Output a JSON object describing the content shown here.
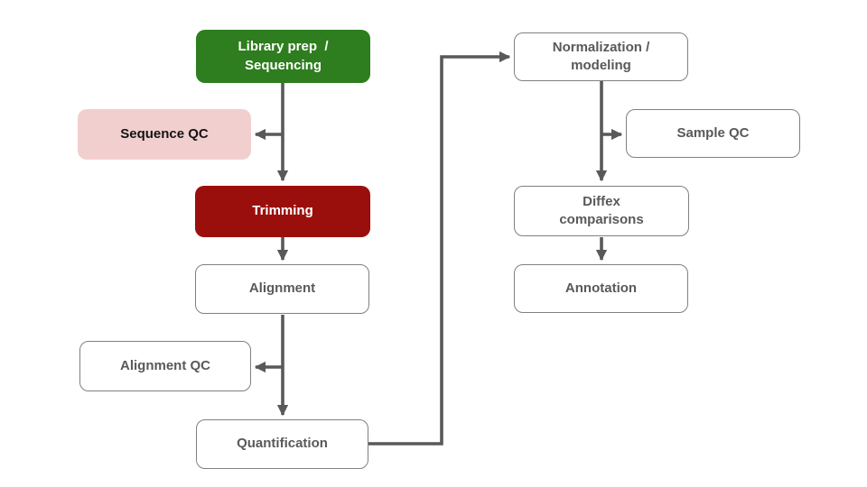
{
  "diagram": {
    "type": "flowchart",
    "colors": {
      "library_prep_fill": "#2E7D1E",
      "sequence_qc_fill": "#F2CFCF",
      "trimming_fill": "#9A0F0C",
      "process_box_fill": "#FFFFFF",
      "process_box_border": "#808080",
      "process_box_text": "#595959",
      "edge_stroke": "#595959",
      "background": "#FFFFFF"
    },
    "nodes": {
      "library_prep": {
        "label": "Library prep  /\nSequencing"
      },
      "sequence_qc": {
        "label": "Sequence QC"
      },
      "trimming": {
        "label": "Trimming"
      },
      "alignment": {
        "label": "Alignment"
      },
      "alignment_qc": {
        "label": "Alignment QC"
      },
      "quantification": {
        "label": "Quantification"
      },
      "normalization": {
        "label": "Normalization /\nmodeling"
      },
      "sample_qc": {
        "label": "Sample QC"
      },
      "diffex": {
        "label": "Diffex\ncomparisons"
      },
      "annotation": {
        "label": "Annotation"
      }
    },
    "edges": [
      {
        "from": "library_prep",
        "to": "trimming",
        "type": "flow"
      },
      {
        "from": "library_prep",
        "to": "sequence_qc",
        "type": "branch"
      },
      {
        "from": "trimming",
        "to": "alignment",
        "type": "flow"
      },
      {
        "from": "alignment",
        "to": "quantification",
        "type": "flow"
      },
      {
        "from": "alignment",
        "to": "alignment_qc",
        "type": "branch"
      },
      {
        "from": "quantification",
        "to": "normalization",
        "type": "flow"
      },
      {
        "from": "normalization",
        "to": "diffex",
        "type": "flow"
      },
      {
        "from": "normalization",
        "to": "sample_qc",
        "type": "branch"
      },
      {
        "from": "diffex",
        "to": "annotation",
        "type": "flow"
      }
    ]
  }
}
